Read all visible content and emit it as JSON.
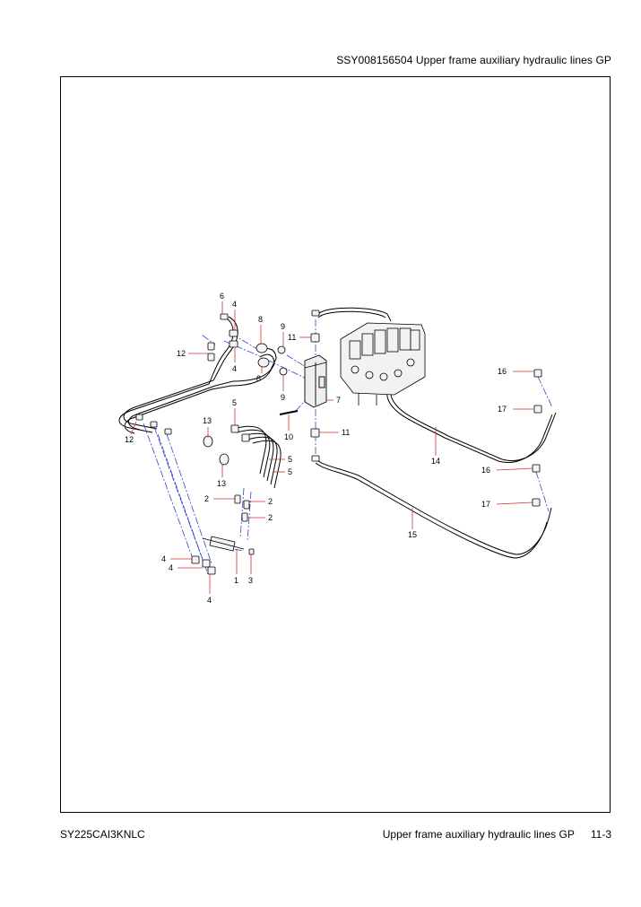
{
  "header": {
    "title": "SSY008156504   Upper frame auxiliary hydraulic lines GP"
  },
  "footer": {
    "model": "SY225CAI3KNLC",
    "section_title": "Upper frame auxiliary hydraulic lines GP",
    "page_number": "11-3"
  },
  "diagram": {
    "callouts": [
      "6",
      "4",
      "8",
      "9",
      "11",
      "12",
      "4",
      "8",
      "9",
      "7",
      "5",
      "13",
      "12",
      "10",
      "11",
      "13",
      "5",
      "5",
      "2",
      "2",
      "2",
      "4",
      "4",
      "1",
      "3",
      "4",
      "16",
      "17",
      "14",
      "16",
      "17",
      "15"
    ]
  }
}
